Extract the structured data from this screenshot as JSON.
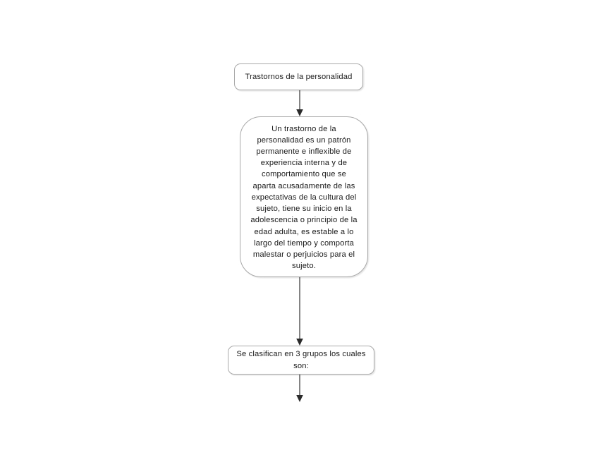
{
  "document": {
    "type": "flowchart",
    "language": "es",
    "background_color": "#ffffff",
    "node_border_color": "#a9a9a9",
    "connector_color": "#3a3a3a",
    "text_color": "#1a1a1a"
  },
  "nodes": [
    {
      "id": "title",
      "name": "node-trastornos-de-la-personalidad",
      "text": "Trastornos de la personalidad",
      "shape": "rounded-rect"
    },
    {
      "id": "definition",
      "name": "node-definicion-trastorno",
      "text": "Un trastorno de la\npersonalidad es un patrón\npermanente e inflexible de\nexperiencia interna y de\ncomportamiento que se\naparta acusadamente de las\nexpectativas de la cultura del\nsujeto, tiene su inicio en la\nadolescencia o principio de la\nedad adulta, es estable a lo\nlargo del tiempo y comporta\nmalestar o perjuicios para el\nsujeto.",
      "shape": "rounded-rect-large-radius"
    },
    {
      "id": "classification",
      "name": "node-clasificacion-grupos",
      "text": "Se clasifican en 3 grupos los cuales\nson:",
      "shape": "rounded-rect"
    }
  ],
  "connectors": [
    {
      "id": "conn-title-to-definition",
      "name": "arrow-title-to-definition",
      "from": "title",
      "to": "definition",
      "direction": "down",
      "arrowhead": "solid-triangle"
    },
    {
      "id": "conn-definition-to-classification",
      "name": "arrow-definition-to-classification",
      "from": "definition",
      "to": "classification",
      "direction": "down",
      "arrowhead": "solid-triangle"
    },
    {
      "id": "conn-classification-to-next",
      "name": "arrow-classification-to-next",
      "from": "classification",
      "to": null,
      "direction": "down",
      "arrowhead": "solid-triangle"
    }
  ]
}
